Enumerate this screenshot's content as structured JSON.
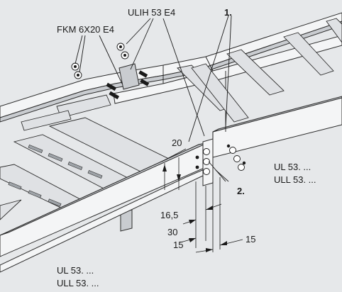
{
  "labels": {
    "screw": "FKM 6X20 E4",
    "connector": "ULIH 53 E4",
    "callout_1": "1.",
    "callout_2": "2.",
    "right_rail_line1": "UL 53. ...",
    "right_rail_line2": "ULL 53. ...",
    "left_rail_line1": "UL 53. ...",
    "left_rail_line2": "ULL 53. ..."
  },
  "dimensions": {
    "d1": "20",
    "d2": "16,5",
    "d3": "30",
    "d4": "15",
    "d5": "15"
  },
  "colors": {
    "background": "#e6e8ea",
    "line": "#1a1a1a"
  }
}
